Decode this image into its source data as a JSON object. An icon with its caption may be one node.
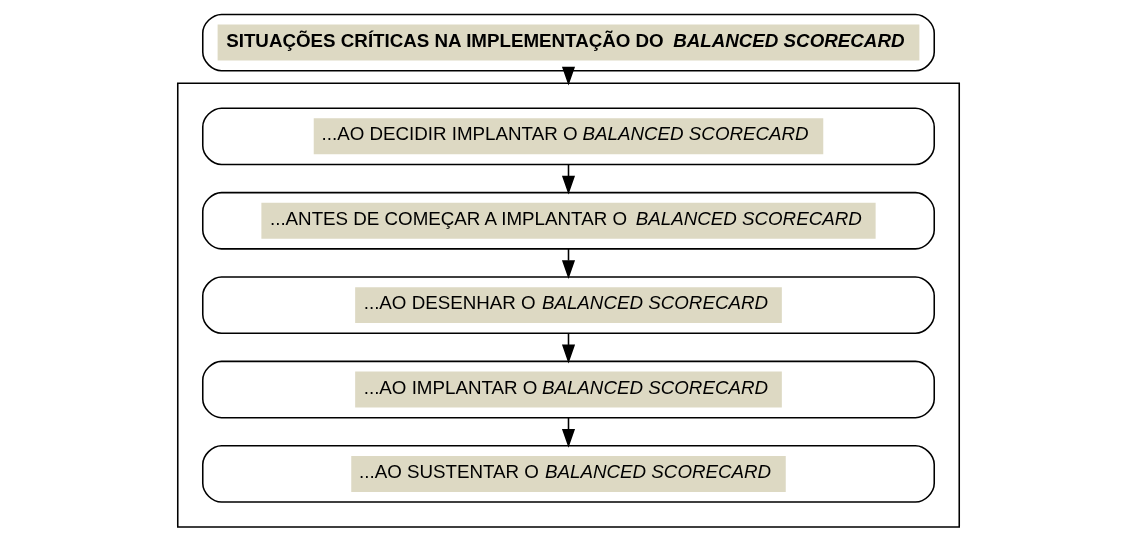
{
  "diagram": {
    "nodes": [
      {
        "text": [
          "SITUAÇÕES CRÍTICAS NA IMPLEMENTAÇÃO DO *BALANCED SCORECARD*"
        ]
      },
      {
        "text": [],
        "shape": "box"
      },
      {
        "text": [
          "...AO DECIDIR IMPLANTAR O *BALANCED SCORECARD*"
        ],
        "in": 1
      },
      {
        "text": [
          "...ANTES DE COMEÇAR A IMPLANTAR O *BALANCED SCORECARD*"
        ],
        "in": 1
      },
      {
        "text": [
          "...AO DESENHAR O *BALANCED SCORECARD*"
        ],
        "in": 1
      },
      {
        "text": [
          "...AO IMPLANTAR O *BALANCED SCORECARD*"
        ],
        "in": 1
      },
      {
        "text": [
          "...AO SUSTENTAR O *BALANCED SCORECARD*"
        ],
        "in": 1
      }
    ],
    "edges": [
      {
        "from": 0,
        "to": 1,
        "arrow": "to"
      },
      {
        "from": 2,
        "to": 3,
        "arrow": "to"
      },
      {
        "from": 3,
        "to": 4,
        "arrow": "to"
      },
      {
        "from": 4,
        "to": 5,
        "arrow": "to"
      },
      {
        "from": 5,
        "to": 6,
        "arrow": "to"
      }
    ]
  }
}
